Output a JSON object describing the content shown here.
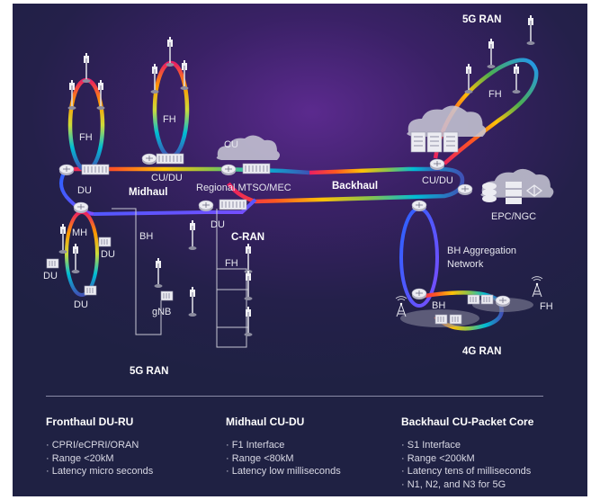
{
  "colors": {
    "background": "#2a2355",
    "glow": "#5b2a8e",
    "rainbow": [
      "#e91e63",
      "#ff5722",
      "#ffc107",
      "#8bc34a",
      "#00bcd4",
      "#2196f3"
    ],
    "device": "#e8e8ee",
    "cloud": "#c9c9d6"
  },
  "labels": {
    "ran_5g_top": "5G RAN",
    "fh_left": "FH",
    "fh_mid": "FH",
    "fh_right": "FH",
    "fh_cran": "FH",
    "fh_4g": "FH",
    "du_left": "DU",
    "cu_du_left": "CU/DU",
    "cu": "CU",
    "midhaul": "Midhaul",
    "regional_mtso": "Regional MTSO/MEC",
    "backhaul": "Backhaul",
    "cu_du_right": "CU/DU",
    "epc_ngc": "EPC/NGC",
    "du_cran": "DU",
    "cran": "C-RAN",
    "mh": "MH",
    "du_mh": "DU",
    "du_far_left": "DU",
    "du_bottom": "DU",
    "bh_left": "BH",
    "gnb": "gNB",
    "bh_aggregation_1": "BH Aggregation",
    "bh_aggregation_2": "Network",
    "bh_right": "BH",
    "ran_4g": "4G RAN",
    "ran_5g_bottom": "5G RAN"
  },
  "legend": {
    "fronthaul": {
      "title": "Fronthaul DU-RU",
      "items": [
        "CPRI/eCPRI/ORAN",
        "Range <20kM",
        "Latency micro seconds"
      ]
    },
    "midhaul": {
      "title": "Midhaul CU-DU",
      "items": [
        "F1 Interface",
        "Range <80kM",
        "Latency low milliseconds"
      ]
    },
    "backhaul": {
      "title": "Backhaul CU-Packet Core",
      "items": [
        "S1 Interface",
        "Range <200kM",
        "Latency tens of milliseconds",
        "N1, N2, and N3 for 5G"
      ]
    }
  }
}
